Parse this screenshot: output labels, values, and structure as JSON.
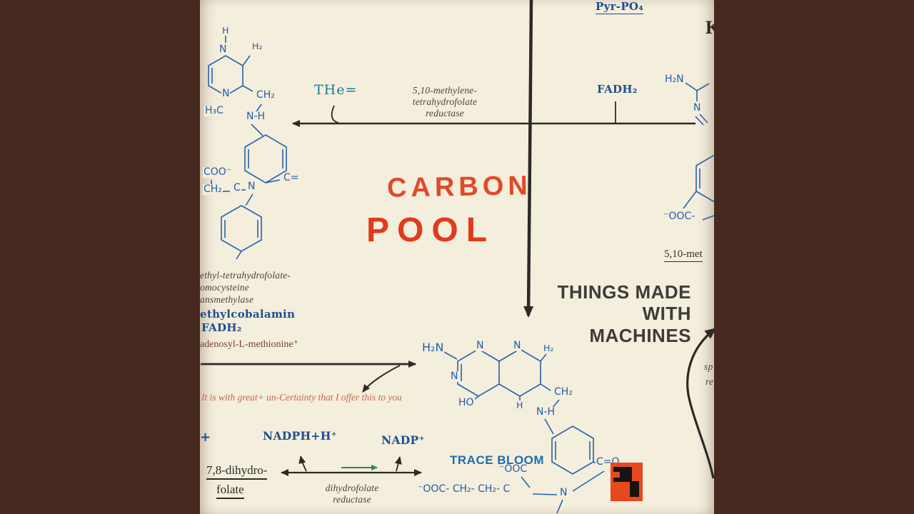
{
  "colors": {
    "background": "#46291f",
    "paper": "#f4eedd",
    "title_red": "#e04426",
    "ink_blue": "#2160a8",
    "cofactor_blue": "#1d4f8f",
    "teal": "#177f92",
    "dark_text": "#3d3c38",
    "note_red": "#c9664a",
    "green_arrow": "#2f8a50",
    "logo_orange": "#e8481e"
  },
  "title": {
    "line1": "CARBON",
    "line2": "POOL"
  },
  "top": {
    "pyr_po4": "Pyr-PO₄",
    "corner_partial": "K",
    "the_label": "THe=",
    "enzyme": [
      "5,10-methylene-",
      "tetrahydrofolate",
      "reductase"
    ],
    "fadh2": "FADH₂"
  },
  "things": {
    "line1": "THINGS MADE",
    "line2": "WITH",
    "line3": "MACHINES"
  },
  "left_block": {
    "enzyme": [
      "ethyl-tetrahydrofolate-",
      "omocysteine",
      "ansmethylase"
    ],
    "methylcobalamin": "ethylcobalamin",
    "fadh2": "FADH₂",
    "sam": "adenosyl-L-methionine⁺",
    "plus_partial": "+"
  },
  "note": {
    "text": "It is with great+ un-Certainty that I offer this to you"
  },
  "reaction": {
    "nadph": "NADPH+H⁺",
    "nadp": "NADP⁺",
    "substrate_line1": "7,8-dihydro-",
    "substrate_line2": "folate",
    "enzyme": [
      "dihydrofolate",
      "reductase"
    ]
  },
  "trace_bloom": "TRACE BLOOM",
  "right_edge": {
    "met_label": "5,10-met",
    "partial_sp": "sp",
    "partial_re": "re"
  },
  "structures": {
    "top_left": {
      "h": "H",
      "n_top": "N",
      "h2": "H₂",
      "ch2": "CH₂",
      "n_ring": "N",
      "h3c": "H₃C",
      "nh": "N-H",
      "c_eq": "C=",
      "coo": "COO⁻",
      "ch2b": "CH₂",
      "c": "C",
      "n_pab": "N"
    },
    "right": {
      "h2n": "H₂N",
      "n": "N",
      "ooc": "⁻OOC-"
    },
    "center": {
      "h2n": "H₂N",
      "n_1": "N",
      "n_2": "N",
      "n_3": "N",
      "h2": "H₂",
      "h": "H",
      "ho": "HO",
      "ch2": "CH₂",
      "nh": "N-H",
      "co": "C=O",
      "ooc": "⁻OOC",
      "chain": "⁻OOC- CH₂- CH₂- C",
      "n_amide": "N"
    }
  }
}
